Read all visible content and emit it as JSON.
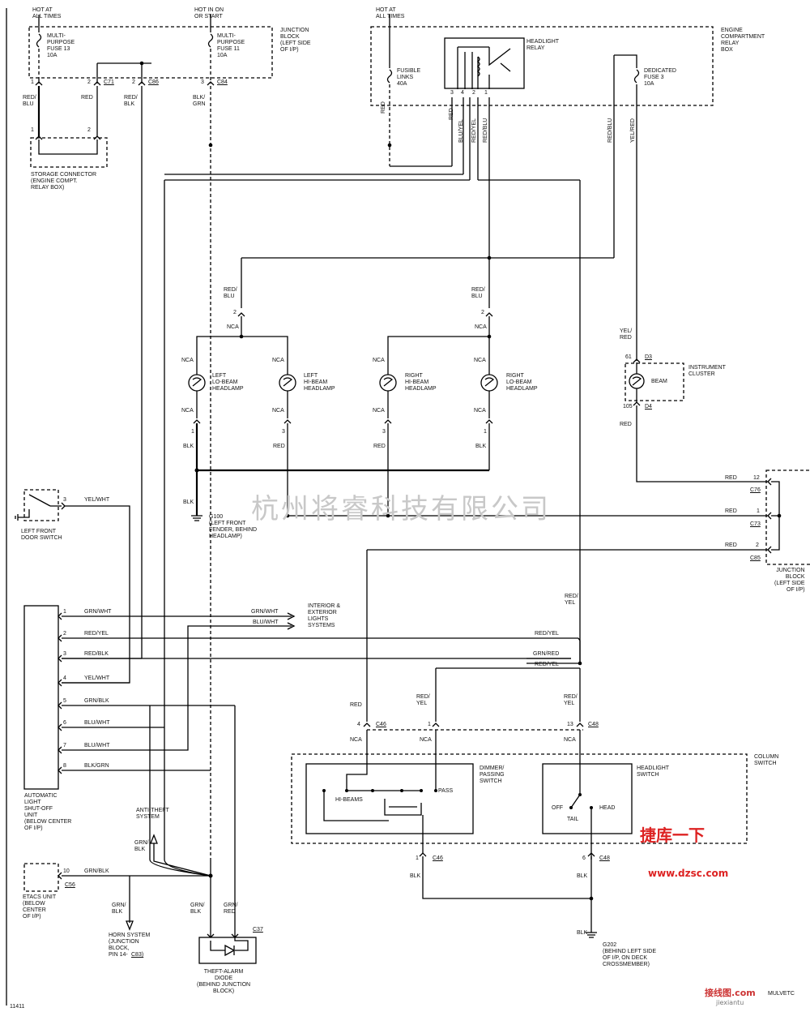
{
  "watermark": "杭州将睿科技有限公司",
  "logo": {
    "top": "捷库一下",
    "url": "www.dzsc.com",
    "bottom": "接线图.com",
    "bottom2": "jiexiantu"
  },
  "power": {
    "hot_always_left": "HOT AT\nALL TIMES",
    "hot_on_start": "HOT IN ON\nOR START",
    "hot_always_right": "HOT AT\nALL TIMES"
  },
  "fuses": {
    "mp13": "MULTI-\nPURPOSE\nFUSE 13\n10A",
    "mp11": "MULTI-\nPURPOSE\nFUSE 11\n10A",
    "fusible": "FUSIBLE\nLINKS\n40A",
    "dedicated": "DEDICATED\nFUSE 3\n10A"
  },
  "boxes": {
    "junction_top": "JUNCTION\nBLOCK\n(LEFT SIDE\nOF I/P)",
    "engine_relay": "ENGINE\nCOMPARTMENT\nRELAY\nBOX",
    "headlight_relay": "HEADLIGHT\nRELAY",
    "storage": "STORAGE CONNECTOR\n(ENGINE COMPT.\nRELAY BOX)",
    "instrument": "INSTRUMENT\nCLUSTER",
    "beam": "BEAM",
    "junction_right": "JUNCTION\nBLOCK\n(LEFT SIDE\nOF I/P)",
    "column_switch": "COLUMN\nSWITCH",
    "dimmer": "DIMMER/\nPASSING\nSWITCH",
    "headlight_switch": "HEADLIGHT\nSWITCH",
    "auto_light": "AUTOMATIC\nLIGHT\nSHUT-OFF\nUNIT\n(BELOW CENTER\nOF I/P)",
    "etacs": "ETACS UNIT\n(BELOW\nCENTER\nOF I/P)",
    "theft_diode": "THEFT-ALARM\nDIODE\n(BEHIND JUNCTION\nBLOCK)",
    "door_switch": "LEFT FRONT\nDOOR SWITCH",
    "interior": "INTERIOR &\nEXTERIOR\nLIGHTS\nSYSTEMS",
    "anti_theft": "ANTI-THEFT\nSYSTEM",
    "horn": "HORN SYSTEM\n(JUNCTION\nBLOCK,\nPIN 14-",
    "horn_conn": "C83)",
    "g100": "G100\n(LEFT FRONT\nFENDER, BEHIND\nHEADLAMP)",
    "g202": "G202\n(BEHIND LEFT SIDE\nOF I/P, ON DECK\nCROSSMEMBER)"
  },
  "lamps": {
    "left_lo": "LEFT\nLO-BEAM\nHEADLAMP",
    "left_hi": "LEFT\nHI-BEAM\nHEADLAMP",
    "right_hi": "RIGHT\nHI-BEAM\nHEADLAMP",
    "right_lo": "RIGHT\nLO-BEAM\nHEADLAMP"
  },
  "switch_labels": {
    "hi_beams": "HI-BEAMS",
    "pass": "PASS",
    "off": "OFF",
    "head": "HEAD",
    "tail": "TAIL"
  },
  "connectors": {
    "c71": "C71",
    "c86": "C86",
    "c84": "C84",
    "c76": "C76",
    "c73": "C73",
    "c85": "C85",
    "c46a": "C46",
    "c46b": "C46",
    "c48a": "C48",
    "c48b": "C48",
    "c56": "C56",
    "c37": "C37",
    "d3": "D3",
    "d4": "D4"
  },
  "pins": {
    "p1a": "1",
    "p2a": "2",
    "p2b": "2",
    "p3a": "3",
    "s1": "1",
    "s2": "2",
    "r3": "3",
    "r4": "4",
    "r2": "2",
    "r1": "1",
    "ll2": "2",
    "rl2": "2",
    "ll1": "1",
    "lh3": "3",
    "rh3": "3",
    "rl1": "1",
    "ic61": "61",
    "ic105": "105",
    "jb12": "12",
    "jb1": "1",
    "jb2": "2",
    "ds3": "3",
    "au1": "1",
    "au2": "2",
    "au3": "3",
    "au4": "4",
    "au5": "5",
    "au6": "6",
    "au7": "7",
    "au8": "8",
    "cs4": "4",
    "cs1": "1",
    "cs13": "13",
    "cs1b": "1",
    "cs6": "6",
    "et10": "10"
  },
  "wire_labels": {
    "red_blu_1": "RED/\nBLU",
    "red_1": "RED",
    "red_blk_1": "RED/\nBLK",
    "blk_grn_1": "BLK/\nGRN",
    "red_2": "RED",
    "red_3": "RED",
    "blu_yel": "BLU/YEL",
    "red_yel_v": "RED/YEL",
    "red_blu_v": "RED/BLU",
    "red_blu_r": "RED/BLU",
    "yel_red_v": "YEL/RED",
    "red_blu_2": "RED/\nBLU",
    "red_blu_3": "RED/\nBLU",
    "nca_1": "NCA",
    "nca_2": "NCA",
    "nca_3": "NCA",
    "nca_4": "NCA",
    "nca_5": "NCA",
    "nca_6": "NCA",
    "nca_7": "NCA",
    "nca_8": "NCA",
    "nca_9": "NCA",
    "nca_10": "NCA",
    "blk_1": "BLK",
    "red_4": "RED",
    "red_5": "RED",
    "blk_2": "BLK",
    "blk_3": "BLK",
    "yel_red_2": "YEL/\nRED",
    "red_6": "RED",
    "red_7": "RED",
    "red_8": "RED",
    "red_9": "RED",
    "yel_wht": "YEL/WHT",
    "red_yel_2": "RED/\nYEL",
    "a1": "GRN/WHT",
    "a2": "RED/YEL",
    "a3": "RED/BLK",
    "a4": "YEL/WHT",
    "a5": "GRN/BLK",
    "a6": "BLU/WHT",
    "a7": "BLU/WHT",
    "a8": "BLK/GRN",
    "grn_wht_r": "GRN/WHT",
    "blu_wht_r": "BLU/WHT",
    "red_yel_3": "RED/YEL",
    "grn_red_1": "GRN/RED",
    "red_yel_4": "RED/YEL",
    "red_10": "RED",
    "red_yel_5": "RED/\nYEL",
    "red_yel_6": "RED/\nYEL",
    "nca_11": "NCA",
    "nca_12": "NCA",
    "nca_13": "NCA",
    "blk_4": "BLK",
    "blk_5": "BLK",
    "blk_6": "BLK",
    "grn_blk_e": "GRN/BLK",
    "grn_blk_1": "GRN/\nBLK",
    "grn_blk_2": "GRN/\nBLK",
    "grn_blk_3": "GRN/\nBLK",
    "grn_red_2": "GRN/\nRED"
  },
  "footer": {
    "code": "11411",
    "brand": "MULVETC"
  }
}
